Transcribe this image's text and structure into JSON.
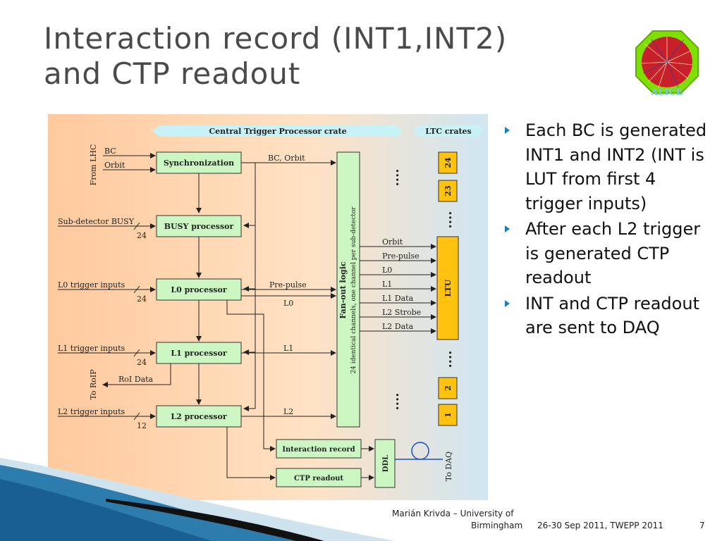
{
  "slide": {
    "title_line1": "Interaction record (INT1,INT2)",
    "title_line2": "and CTP readout",
    "logo_text": "ALICE",
    "bullets": [
      "Each BC is generated INT1 and INT2 (INT is LUT from first 4 trigger inputs)",
      "After each L2 trigger is generated CTP readout",
      "INT and CTP readout are sent to DAQ"
    ],
    "footer": {
      "author": "Marián Krivda –  University of",
      "affiliation": "Birmingham",
      "event": "26-30 Sep 2011, TWEPP 2011",
      "page": "7"
    }
  },
  "diagram": {
    "ctp_crate_label": "Central Trigger Processor crate",
    "ltc_crates_label": "LTC crates",
    "from_lhc": "From LHC",
    "bc": "BC",
    "orbit": "Orbit",
    "sync": "Synchronization",
    "bc_orbit": "BC, Orbit",
    "subdet_busy": "Sub-detector BUSY",
    "busy_proc": "BUSY processor",
    "n24a": "24",
    "l0_inputs": "L0 trigger inputs",
    "l0_proc": "L0 processor",
    "n24b": "24",
    "prepulse": "Pre-pulse",
    "l0": "L0",
    "l1_inputs": "L1 trigger inputs",
    "l1_proc": "L1 processor",
    "n24c": "24",
    "l1": "L1",
    "to_roip": "To RoIP",
    "roi_data": "RoI Data",
    "l2_inputs": "L2 trigger inputs",
    "l2_proc": "L2 processor",
    "n12": "12",
    "l2": "L2",
    "fanout": "Fan-out logic",
    "fanout_sub": "24 identical channels, one channel per sub-detector",
    "ltu_signals": [
      "Orbit",
      "Pre-pulse",
      "L0",
      "L1",
      "L1 Data",
      "L2 Strobe",
      "L2 Data"
    ],
    "ltu": "LTU",
    "crate_24": "24",
    "crate_23": "23",
    "crate_2": "2",
    "crate_1": "1",
    "dots": "....",
    "int_record": "Interaction record",
    "ctp_readout": "CTP readout",
    "ddl": "DDL",
    "to_daq": "To DAQ"
  }
}
